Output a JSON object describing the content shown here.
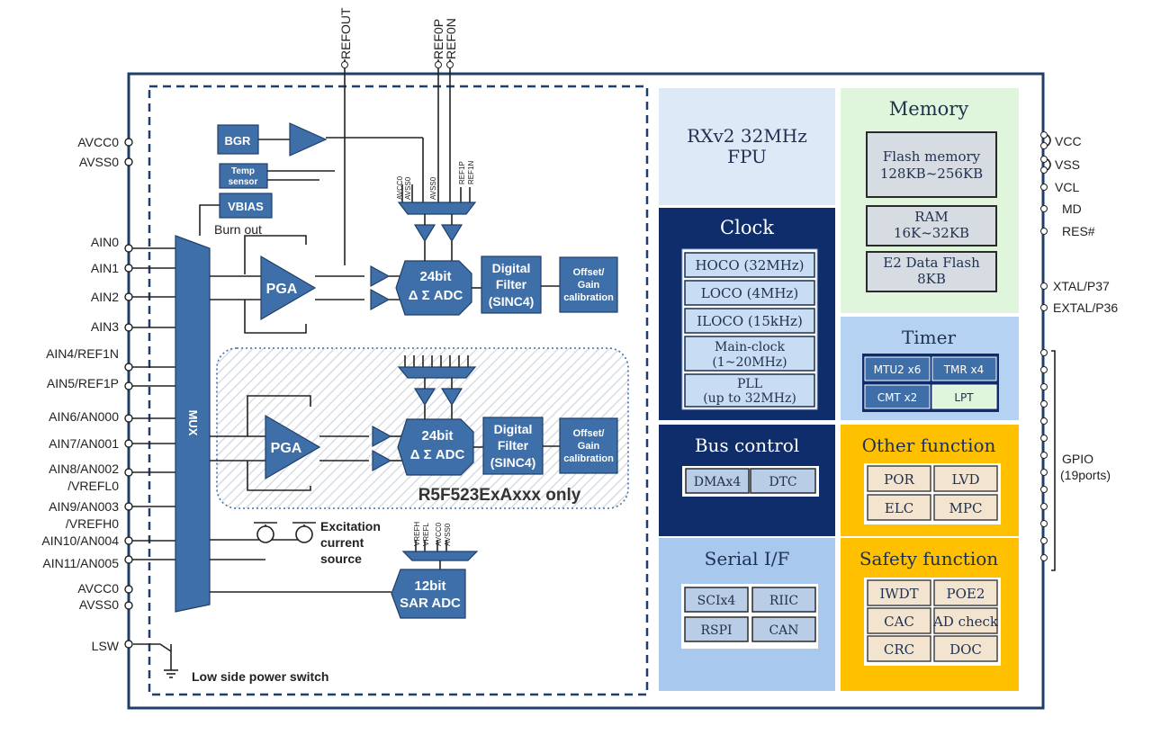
{
  "colors": {
    "accent_blue": "#3f6fa8",
    "dark_navy": "#0f2d6b",
    "light_blue": "#a9c8ee",
    "pale_blue": "#dde9f7",
    "pale_green": "#dff5dc",
    "orange": "#ffc000",
    "mid_blue": "#b6d2f2"
  },
  "left_pins": [
    "AVCC0",
    "AVSS0",
    "AIN0",
    "AIN1",
    "AIN2",
    "AIN3",
    "AIN4/REF1N",
    "AIN5/REF1P",
    "AIN6/AN000",
    "AIN7/AN001",
    "AIN8/AN002",
    "/VREFL0",
    "AIN9/AN003",
    "/VREFH0",
    "AIN10/AN004",
    "AIN11/AN005",
    "AVCC0",
    "AVSS0",
    "LSW"
  ],
  "top_pins": [
    "REFOUT",
    "REF0P",
    "REF0N"
  ],
  "right_pins": [
    "VCC",
    "VSS",
    "VCL",
    "MD",
    "RES#",
    "XTAL/P37",
    "EXTAL/P36",
    "GPIO",
    "(19ports)"
  ],
  "analog": {
    "bgr": "BGR",
    "temp_sensor": [
      "Temp",
      "sensor"
    ],
    "vbias": "VBIAS",
    "burn_out": "Burn out",
    "pga": "PGA",
    "adc_24": [
      "24bit",
      "Δ Σ ADC"
    ],
    "digital_filter": [
      "Digital",
      "Filter",
      "(SINC4)"
    ],
    "offset": [
      "Offset/",
      "Gain",
      "calibration"
    ],
    "mux": "MUX",
    "ref_small_a": [
      "AVCC0",
      "AVSS0",
      "AVSS0",
      "REF1P",
      "REF1N"
    ],
    "ref_small_b": [
      "VREFH",
      "VREFL",
      "AVCC0",
      "AVSS0"
    ],
    "variant_label": "R5F523ExAxxx only",
    "excitation": [
      "Excitation",
      "current",
      "source"
    ],
    "sar_adc": [
      "12bit",
      "SAR ADC"
    ],
    "lsw_label": "Low side power switch"
  },
  "cpu": [
    "RXv2 32MHz",
    "FPU"
  ],
  "clock": {
    "title": "Clock",
    "items": [
      "HOCO (32MHz)",
      "LOCO (4MHz)",
      "ILOCO (15kHz)",
      "Main-clock",
      "(1~20MHz)",
      "PLL",
      "(up to 32MHz)"
    ]
  },
  "bus": {
    "title": "Bus control",
    "items": [
      "DMAx4",
      "DTC"
    ]
  },
  "serial": {
    "title": "Serial I/F",
    "items": [
      "SCIx4",
      "RIIC",
      "RSPI",
      "CAN"
    ]
  },
  "memory": {
    "title": "Memory",
    "items": [
      "Flash memory",
      "128KB~256KB",
      "RAM",
      "16K~32KB",
      "E2 Data Flash",
      "8KB"
    ]
  },
  "timer": {
    "title": "Timer",
    "items": [
      "MTU2 x6",
      "TMR x4",
      "CMT x2",
      "LPT"
    ]
  },
  "other": {
    "title": "Other function",
    "items": [
      "POR",
      "LVD",
      "ELC",
      "MPC"
    ]
  },
  "safety": {
    "title": "Safety function",
    "items": [
      "IWDT",
      "POE2",
      "CAC",
      "AD check",
      "CRC",
      "DOC"
    ]
  }
}
